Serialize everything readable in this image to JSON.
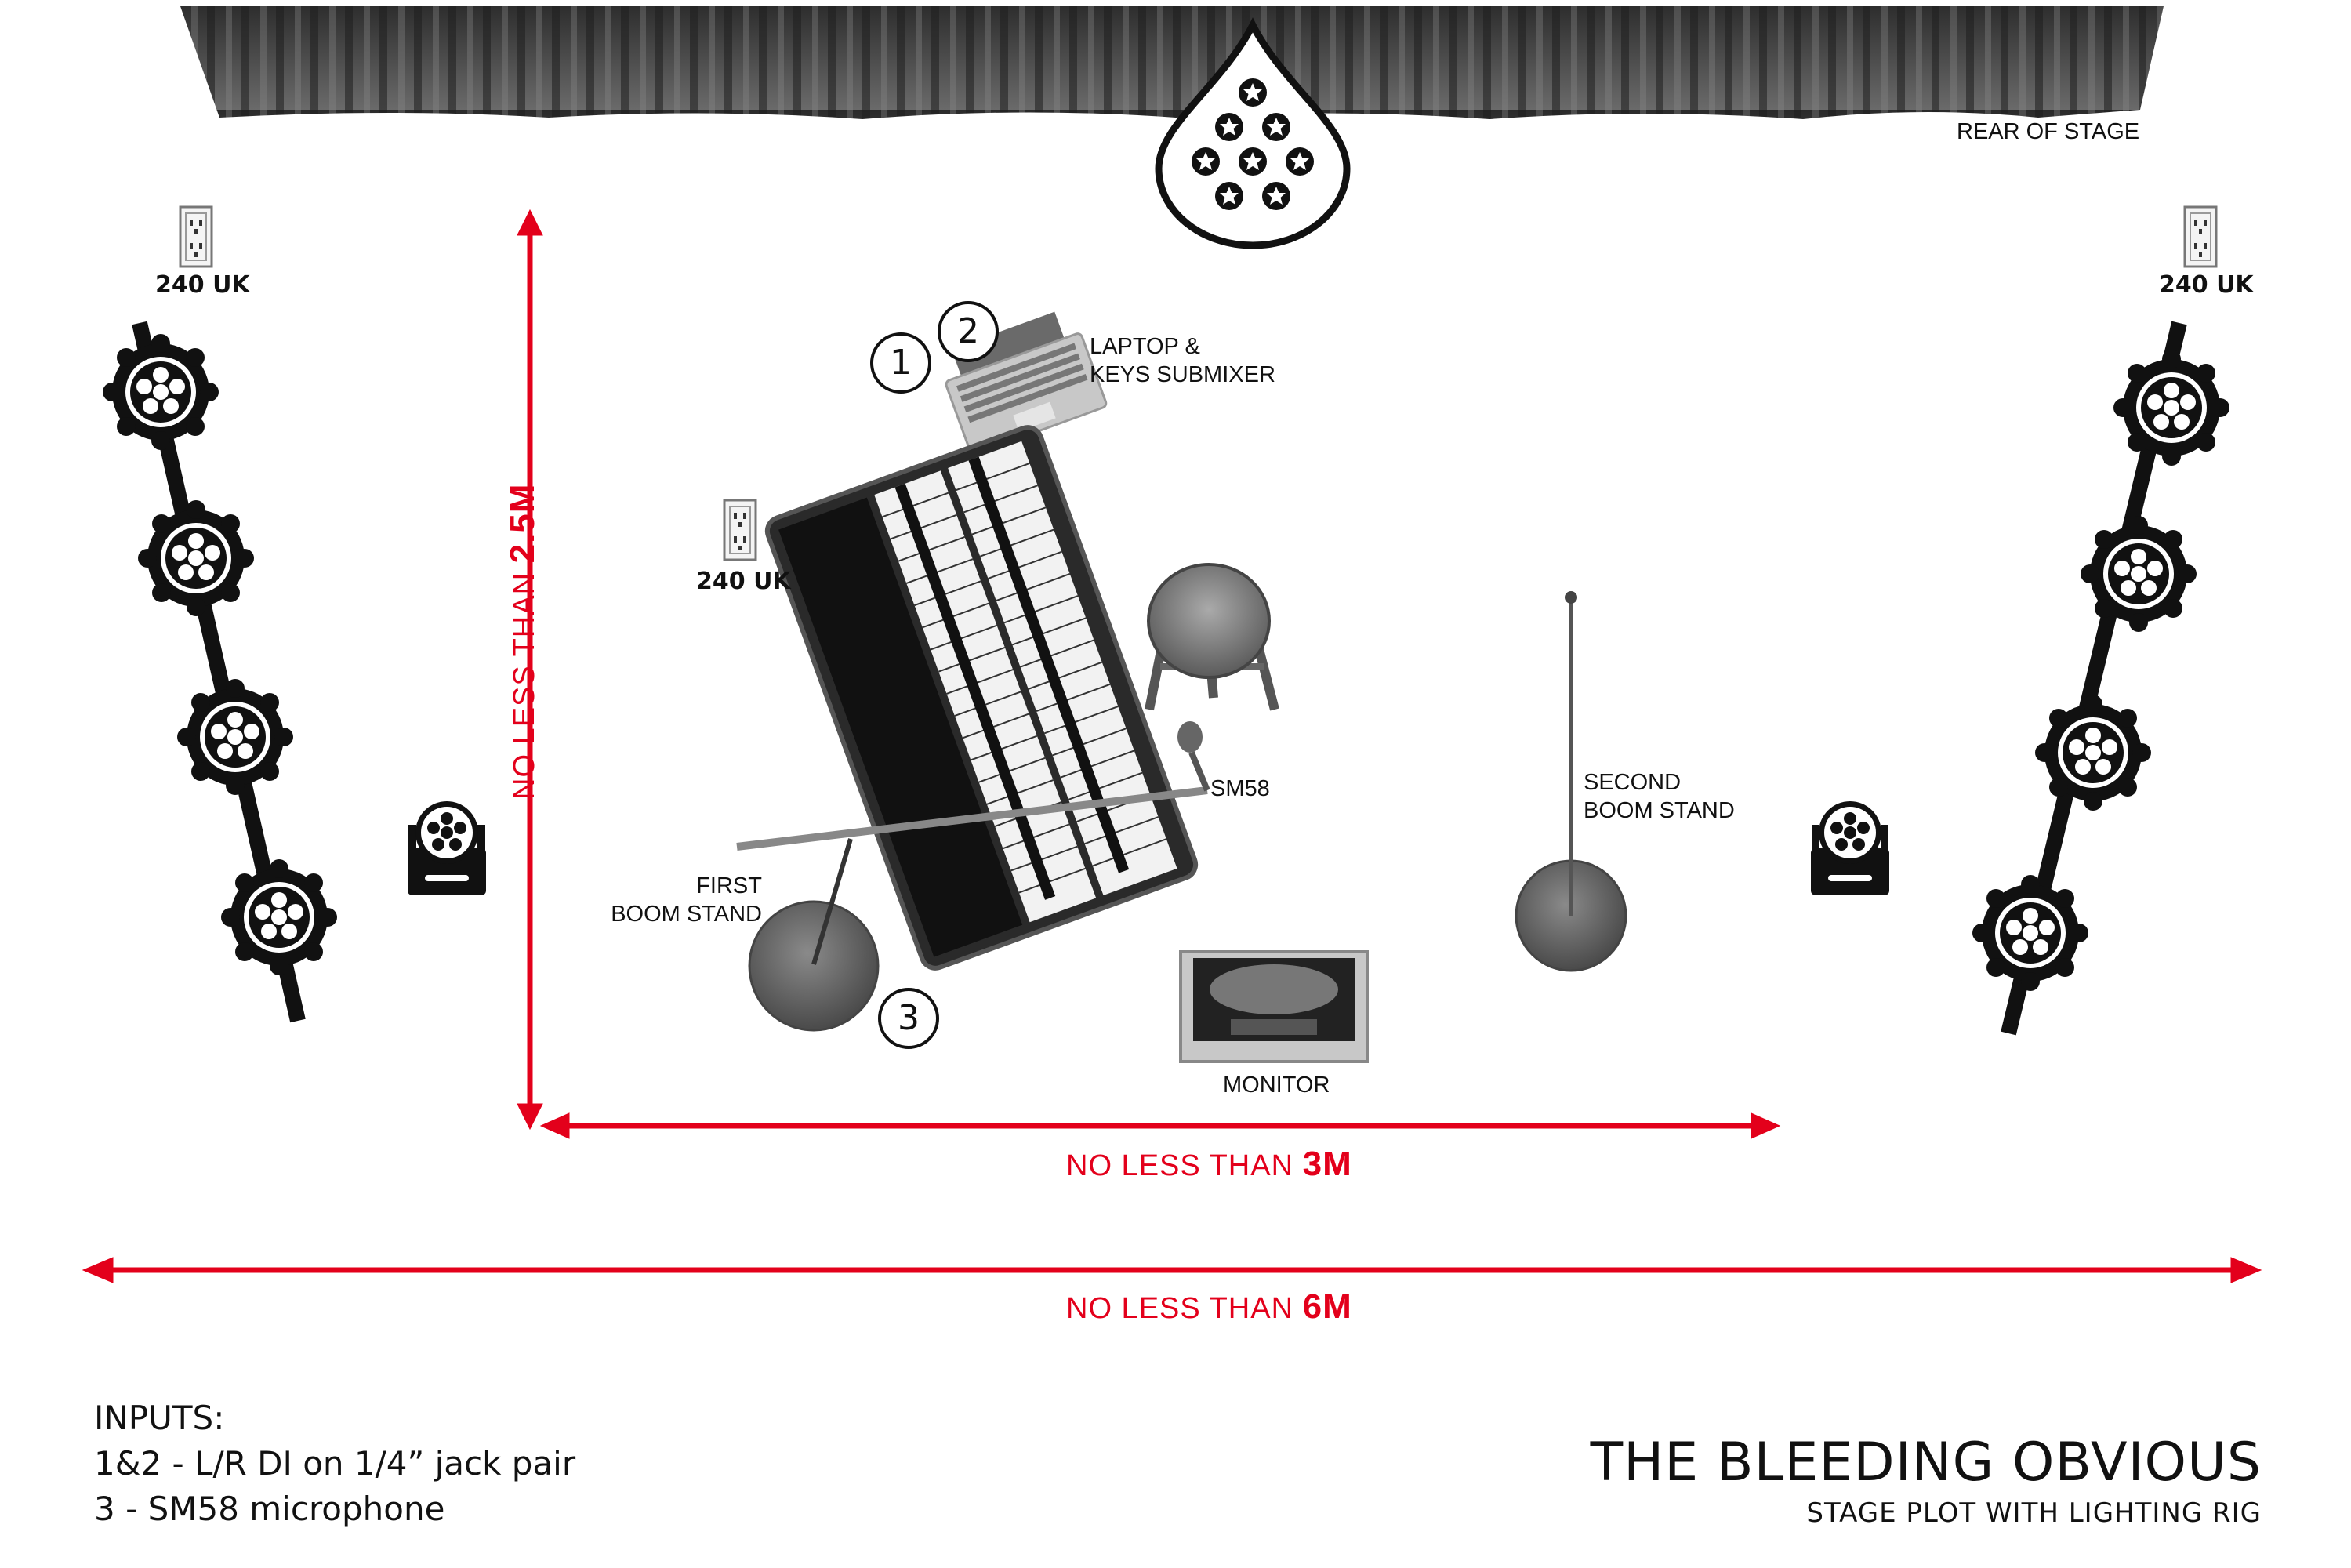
{
  "stage": {
    "rear_label": "REAR OF STAGE",
    "outlet_label": "240 UK"
  },
  "equipment": {
    "input_1": "1",
    "input_2": "2",
    "input_3": "3",
    "laptop_line1": "LAPTOP &",
    "laptop_line2": "KEYS SUBMIXER",
    "sm58": "SM58",
    "first_boom_line1": "FIRST",
    "first_boom_line2": "BOOM STAND",
    "second_boom_line1": "SECOND",
    "second_boom_line2": "BOOM STAND",
    "monitor": "MONITOR"
  },
  "dimensions": {
    "depth_prefix": "NO LESS THAN ",
    "depth_value": "2.5M",
    "width_prefix": "NO LESS THAN ",
    "width_value": "3M",
    "full_prefix": "NO LESS THAN ",
    "full_value": "6M"
  },
  "inputs": {
    "heading": "INPUTS:",
    "line1": "1&2 - L/R DI on 1/4” jack pair",
    "line2": "3 - SM58 microphone"
  },
  "footer": {
    "title": "THE BLEEDING OBVIOUS",
    "subtitle": "STAGE PLOT WITH LIGHTING RIG"
  },
  "colors": {
    "dimension": "#e3001b",
    "curtain": "#3a3a3a"
  },
  "icons": [
    "curtain",
    "band-logo-drop",
    "power-outlet-icon",
    "par-light-icon",
    "moving-head-light-icon",
    "laptop-icon",
    "keyboard-icon",
    "stool-icon",
    "boom-stand-icon",
    "monitor-wedge-icon",
    "microphone-icon"
  ]
}
